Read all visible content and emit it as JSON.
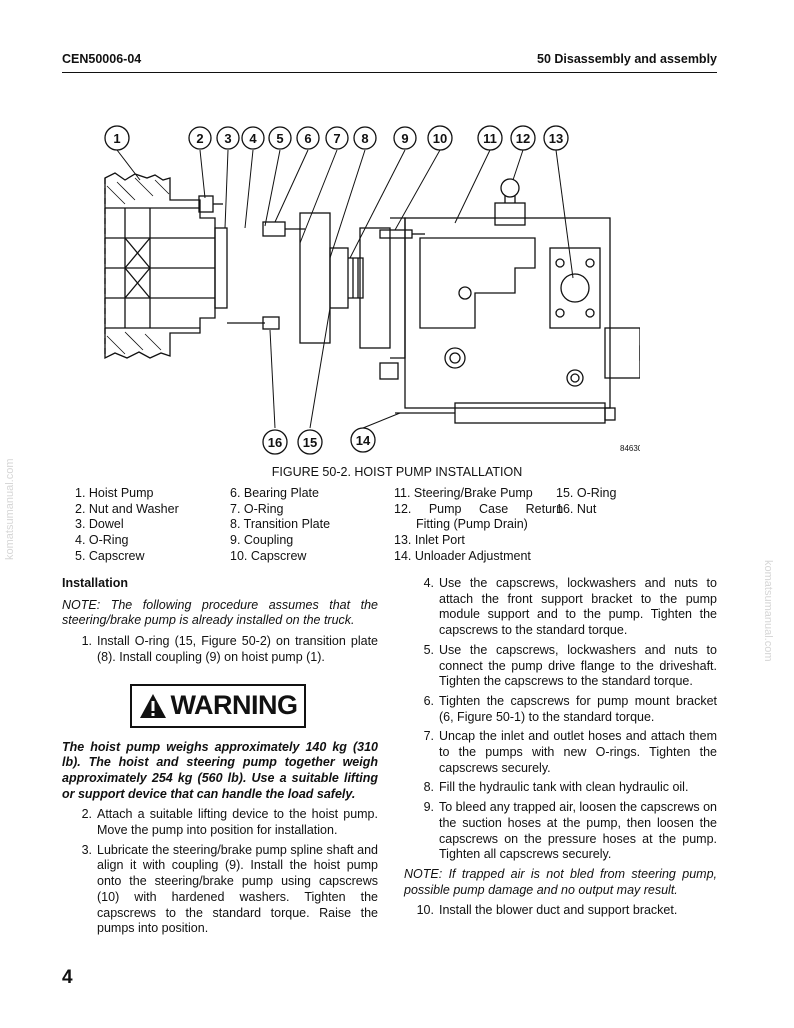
{
  "header": {
    "doc_id": "CEN50006-04",
    "section": "50 Disassembly and assembly"
  },
  "watermark": "komatsumanual.com",
  "figure": {
    "caption": "FIGURE 50-2. HOIST PUMP INSTALLATION",
    "drawing_no": "84630",
    "callouts": [
      "1",
      "2",
      "3",
      "4",
      "5",
      "6",
      "7",
      "8",
      "9",
      "10",
      "11",
      "12",
      "13",
      "16",
      "15",
      "14"
    ]
  },
  "legend": [
    [
      "1. Hoist Pump",
      "2. Nut and Washer",
      "3. Dowel",
      "4. O-Ring",
      "5. Capscrew"
    ],
    [
      "6. Bearing Plate",
      "7. O-Ring",
      "8. Transition Plate",
      "9. Coupling",
      "10. Capscrew"
    ],
    [
      "11. Steering/Brake Pump",
      "12. Pump Case Return",
      "Fitting (Pump Drain)",
      "13. Inlet Port",
      "14. Unloader Adjustment"
    ],
    [
      "15. O-Ring",
      "16. Nut"
    ]
  ],
  "left_col": {
    "heading": "Installation",
    "note": "NOTE: The following procedure assumes that the steering/brake pump is already installed on the truck.",
    "step1": {
      "n": "1.",
      "text": "Install O-ring (15, Figure 50-2) on transition plate (8). Install coupling (9) on hoist pump (1)."
    },
    "warning_label": "WARNING",
    "warning_text": "The hoist pump weighs approximately 140 kg (310 lb). The hoist and steering pump together weigh approximately 254 kg (560 lb). Use a suitable lifting or support device that can handle the load safely.",
    "step2": {
      "n": "2.",
      "text": "Attach a suitable lifting device to the hoist pump. Move the pump into position for installation."
    },
    "step3": {
      "n": "3.",
      "text": "Lubricate the steering/brake pump spline shaft and align it with coupling (9). Install the hoist pump onto the steering/brake pump using capscrews (10) with hardened washers. Tighten the capscrews to the standard torque. Raise the pumps into position."
    }
  },
  "right_col": {
    "step4": {
      "n": "4.",
      "text": "Use the capscrews, lockwashers and nuts to attach the front support bracket to the pump module support and to the pump. Tighten the capscrews to the standard torque."
    },
    "step5": {
      "n": "5.",
      "text": "Use the capscrews, lockwashers and nuts to connect the pump drive flange to the driveshaft. Tighten the capscrews to the standard torque."
    },
    "step6": {
      "n": "6.",
      "text": "Tighten the capscrews for pump mount bracket (6, Figure 50-1) to the standard torque."
    },
    "step7": {
      "n": "7.",
      "text": "Uncap the inlet and outlet hoses and attach them to the pumps with new O-rings. Tighten the capscrews securely."
    },
    "step8": {
      "n": "8.",
      "text": "Fill the hydraulic tank with clean hydraulic oil."
    },
    "step9": {
      "n": "9.",
      "text": "To bleed any trapped air, loosen the capscrews on the suction hoses at the pump, then loosen the capscrews on the pressure hoses at the pump. Tighten all capscrews securely."
    },
    "note": "NOTE: If trapped air is not bled from steering pump, possible pump damage and no output may result.",
    "step10": {
      "n": "10.",
      "text": "Install the blower duct and support bracket."
    }
  },
  "page_number": "4"
}
